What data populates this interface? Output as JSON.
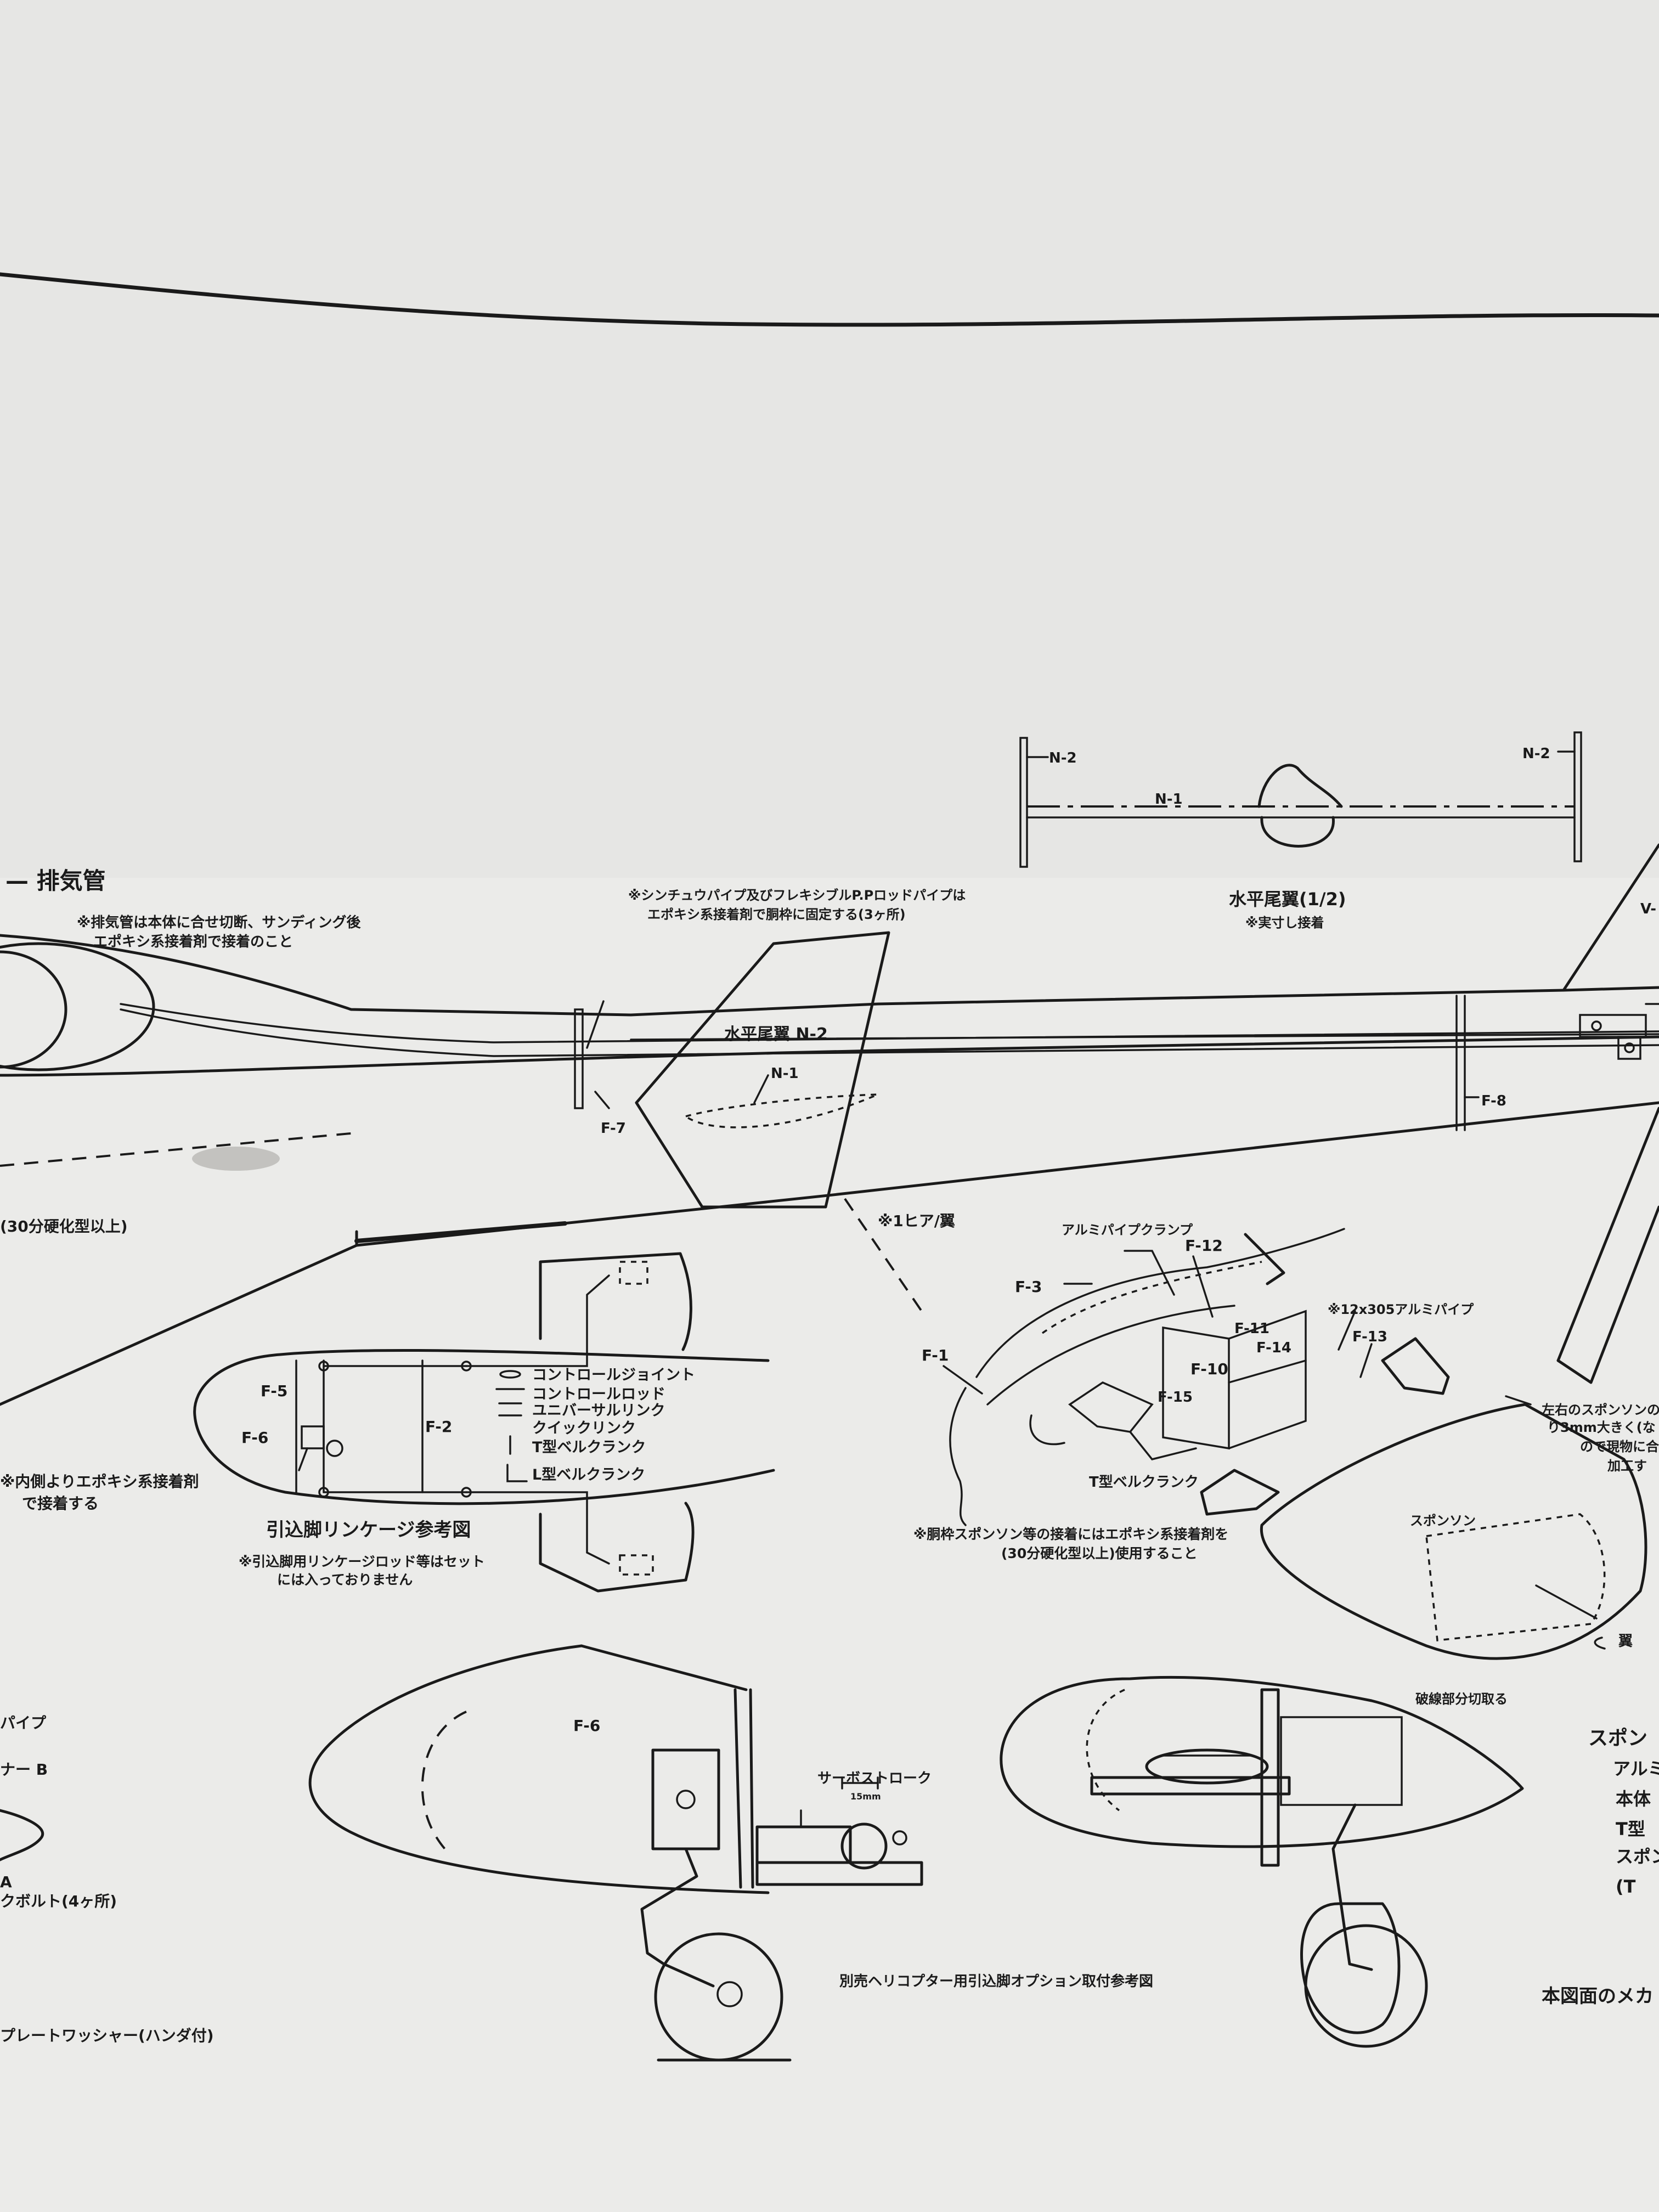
{
  "labels": {
    "exhaust_pipe": "— 排気管",
    "exhaust_note_1": "※排気管は本体に合せ切断、サンディング後",
    "exhaust_note_2": "エポキシ系接着剤で接着のこと",
    "epoxy_30min_left": "(30分硬化型以上)",
    "inner_note_1": "※内側よりエポキシ系接着剤",
    "inner_note_2": "で接着する",
    "pipe_note_1": "※シンチュウパイプ及びフレキシブルP.Pロッドパイプは",
    "pipe_note_2": "エポキシ系接着剤で胴枠に固定する(3ヶ所)",
    "h_stab_n2": "水平尾翼 N-2",
    "n1_inner": "N-1",
    "f7": "F-7",
    "f8": "F-8",
    "hinge_note": "※1ヒア/翼",
    "tail_n2_left": "N-2",
    "tail_n2_right": "N-2",
    "tail_n1": "N-1",
    "h_stab_half": "水平尾翼(1/2)",
    "h_stab_half_note": "※実寸し接着",
    "v_label": "V-",
    "f5": "F-5",
    "f6_plan": "F-6",
    "f2": "F-2",
    "legend_control_joint": "コントロールジョイント",
    "legend_control_rod": "コントロールロッド",
    "legend_universal_link": "ユニバーサルリンク",
    "legend_quick_link": "クイックリンク",
    "legend_t_bellcrank": "T型ベルクランク",
    "legend_l_bellcrank": "L型ベルクランク",
    "linkage_title": "引込脚リンケージ参考図",
    "linkage_note_1": "※引込脚用リンケージロッド等はセット",
    "linkage_note_2": "には入っておりません",
    "alu_pipe_clamp": "アルミパイプクランプ",
    "f12": "F-12",
    "f3": "F-3",
    "f11": "F-11",
    "f14": "F-14",
    "alu_pipe_size": "※12x305アルミパイプ",
    "f13": "F-13",
    "f1": "F-1",
    "f10": "F-10",
    "f15": "F-15",
    "t_bellcrank_3d": "T型ベルクランク",
    "sponson_glue_1": "※胴枠スポンソン等の接着にはエポキシ系接着剤を",
    "sponson_glue_2": "(30分硬化型以上)使用すること",
    "sponson_side_1": "左右のスポンソンの",
    "sponson_side_2": "り3mm大きく(な",
    "sponson_side_3": "ので現物に合",
    "sponson_side_4": "加工す",
    "sponson": "スポンソン",
    "wing_fix": "翼",
    "left_pipe": "パイプ",
    "left_tner": "ナー B",
    "left_a": "A",
    "left_bolt": "クボルト(4ヶ所)",
    "left_washer": "プレートワッシャー(ハンダ付)",
    "f6_side": "F-6",
    "servo_stroke": "サーボストローク",
    "servo_mm": "15mm",
    "heli_note": "別売ヘリコプター用引込脚オプション取付参考図",
    "cut_note": "破線部分切取る",
    "right_sponson": "スポン",
    "right_alumi": "アルミ",
    "right_body": "本体",
    "right_t": "T型",
    "right_spon2": "スポン",
    "right_paren": "(T",
    "right_mechanism": "本図面のメカ"
  }
}
